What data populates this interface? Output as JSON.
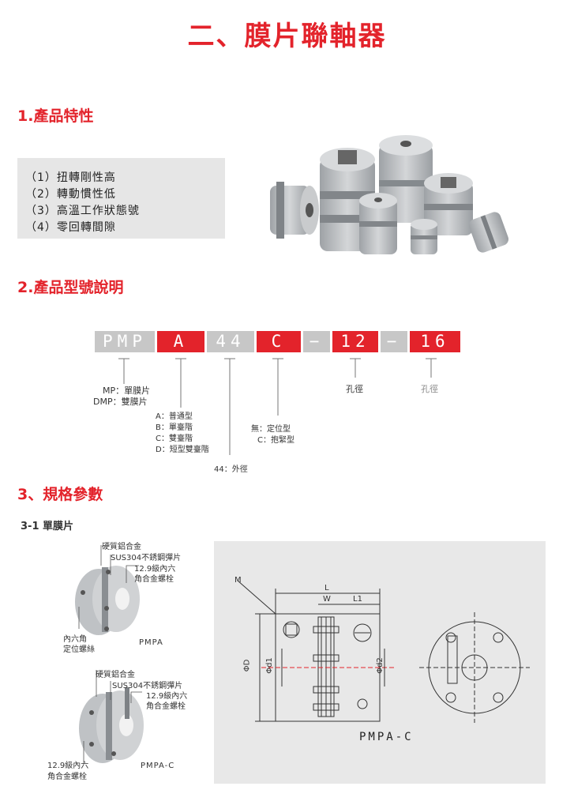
{
  "title": "二、膜片聯軸器",
  "section1": {
    "heading": "1.產品特性",
    "features": [
      "（1）扭轉剛性高",
      "（2）轉動慣性低",
      "（3）高溫工作狀態號",
      "（4）零回轉間隙"
    ]
  },
  "section2": {
    "heading": "2.產品型號說明",
    "code": {
      "seg1": "PMP",
      "seg2": "A",
      "seg3": "44",
      "seg4": "C",
      "dash1": "−",
      "seg5": "12",
      "dash2": "−",
      "seg6": "16"
    },
    "labels": {
      "mp": "MP：單膜片",
      "dmp": "DMP：雙膜片",
      "types": [
        "A：普通型",
        "B：單臺階",
        "C：雙臺階",
        "D：短型雙臺階"
      ],
      "outer": "44：外徑",
      "fix": [
        "無：定位型",
        "C：抱緊型"
      ],
      "bore1": "孔徑",
      "bore2": "孔徑"
    }
  },
  "section3": {
    "heading": "3、規格參數",
    "sub": "3-1  單膜片",
    "pmpa": {
      "callout1": "硬質鋁合金",
      "callout2": "SUS304不銹鋼彈片",
      "callout3a": "12.9級內六",
      "callout3b": "角合金螺栓",
      "callout4a": "內六角",
      "callout4b": "定位螺絲",
      "name": "PMPA"
    },
    "pmpac": {
      "callout1": "硬質鋁合金",
      "callout2": "SUS304不銹鋼彈片",
      "callout3a": "12.9級內六",
      "callout3b": "角合金螺栓",
      "callout4a": "12.9級內六",
      "callout4b": "角合金螺栓",
      "name": "PMPA-C"
    },
    "drawing": {
      "label_m": "M",
      "label_l": "L",
      "label_w": "W",
      "label_l1": "L1",
      "label_d": "ΦD",
      "label_d1": "Φd1",
      "label_d2": "Φd2",
      "name": "PMPA-C"
    }
  },
  "colors": {
    "accent": "#e3232b",
    "bar_gray": "#c7c7c7",
    "box_gray": "#e6e6e6",
    "metal": "#b9bcbf"
  }
}
